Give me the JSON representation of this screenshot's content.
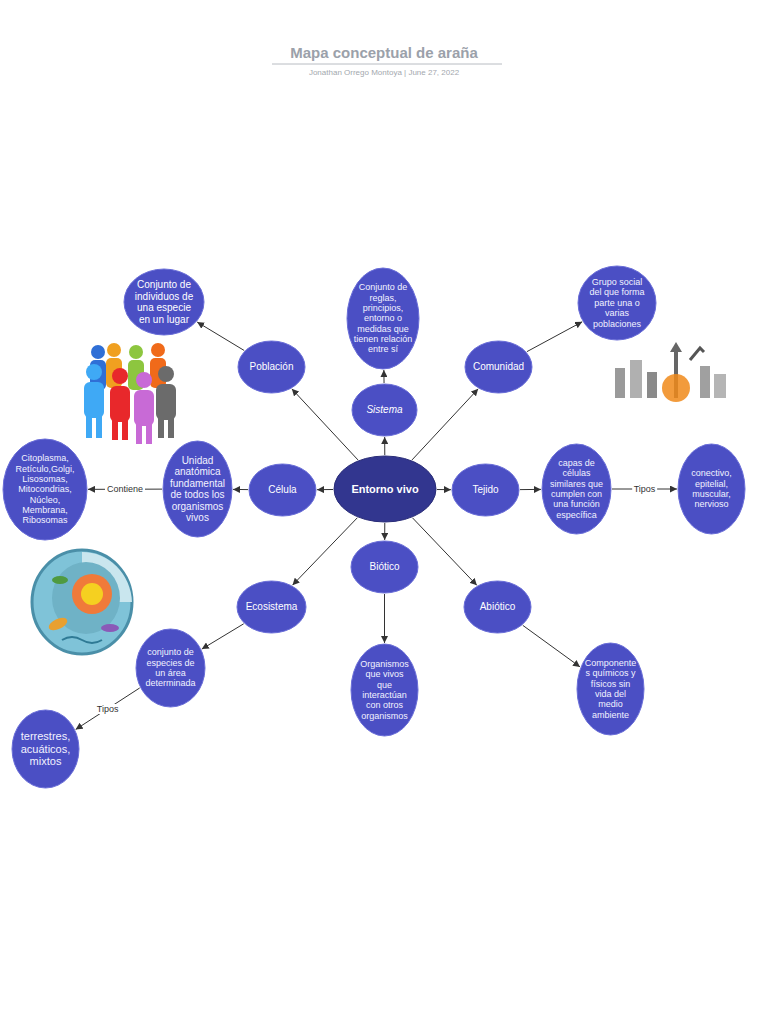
{
  "diagram": {
    "title": "Mapa conceptual de araña",
    "caption": "Jonathan Orrego Montoya | June 27, 2022",
    "nodes": [
      {
        "text": [
          "Entorno vivo"
        ]
      },
      {
        "text": [
          "Sistema"
        ]
      },
      {
        "text": [
          "Conjunto de reglas, principios, entorno o medidas que tienen relación entre sí"
        ]
      },
      {
        "text": [
          "Población"
        ]
      },
      {
        "text": [
          "Conjunto de individuos de una especie en un lugar"
        ]
      },
      {
        "text": [
          "Comunidad"
        ]
      },
      {
        "text": [
          "Grupo social del que forma parte una o varias poblaciones"
        ]
      },
      {
        "text": [
          "Célula"
        ]
      },
      {
        "text": [
          "Unidad anatómica fundamental de todos los organismos vivos"
        ]
      },
      {
        "text": [
          "Citoplasma, Retículo,Golgi, Lisosomas, Mitocondrias, Núcleo, Membrana, Ribosomas"
        ]
      },
      {
        "text": [
          "Tejido"
        ]
      },
      {
        "text": [
          "capas de células similares que cumplen con una función específica"
        ]
      },
      {
        "text": [
          "conectivo, epitelial, muscular, nervioso"
        ]
      },
      {
        "text": [
          "Biótico"
        ]
      },
      {
        "text": [
          "Organismos que vivos que interactúan con otros organismos"
        ]
      },
      {
        "text": [
          "Ecosistema"
        ]
      },
      {
        "text": [
          "conjunto de especies de un área determinada"
        ]
      },
      {
        "text": [
          "terrestres, acuáticos, mixtos"
        ]
      },
      {
        "text": [
          "Abiótico"
        ]
      },
      {
        "text": [
          "Componentes químicos y físicos sin vida del medio ambiente"
        ]
      }
    ],
    "edges": [
      {
        "from": 0,
        "to": 1,
        "arrow": "to"
      },
      {
        "from": 1,
        "to": 2,
        "arrow": "to"
      },
      {
        "from": 0,
        "to": 3,
        "arrow": "to"
      },
      {
        "from": 3,
        "to": 4,
        "arrow": "to"
      },
      {
        "from": 0,
        "to": 5,
        "arrow": "to"
      },
      {
        "from": 5,
        "to": 6,
        "arrow": "to"
      },
      {
        "from": 0,
        "to": 7,
        "arrow": "to"
      },
      {
        "from": 7,
        "to": 8,
        "arrow": "to"
      },
      {
        "from": 8,
        "to": 9,
        "label": "Contiene",
        "arrow": "to"
      },
      {
        "from": 0,
        "to": 10,
        "arrow": "to"
      },
      {
        "from": 10,
        "to": 11,
        "arrow": "to"
      },
      {
        "from": 11,
        "to": 12,
        "label": "Tipos",
        "arrow": "to"
      },
      {
        "from": 0,
        "to": 13,
        "arrow": "to"
      },
      {
        "from": 13,
        "to": 14,
        "arrow": "to"
      },
      {
        "from": 0,
        "to": 15,
        "arrow": "to"
      },
      {
        "from": 15,
        "to": 16,
        "arrow": "to"
      },
      {
        "from": 16,
        "to": 17,
        "label": "Tipos",
        "arrow": "to"
      },
      {
        "from": 0,
        "to": 18,
        "arrow": "to"
      },
      {
        "from": 18,
        "to": 19,
        "arrow": "to"
      }
    ]
  }
}
